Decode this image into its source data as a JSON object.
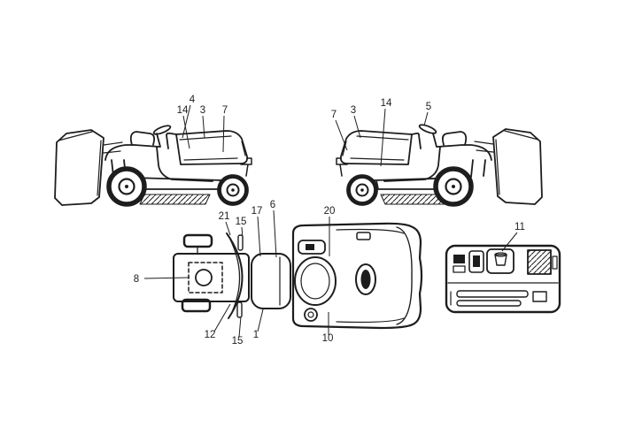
{
  "figure": {
    "background_color": "#ffffff",
    "line_color": "#1d1d1d"
  },
  "views": {
    "left_side": {
      "name": "tractor-side-view-left",
      "callouts": [
        {
          "label": "4"
        },
        {
          "label": "14"
        },
        {
          "label": "3"
        },
        {
          "label": "7"
        }
      ]
    },
    "right_side": {
      "name": "tractor-side-view-right",
      "callouts": [
        {
          "label": "7"
        },
        {
          "label": "3"
        },
        {
          "label": "14"
        },
        {
          "label": "5"
        }
      ]
    },
    "top": {
      "name": "tractor-top-view",
      "callouts": [
        {
          "label": "21"
        },
        {
          "label": "15"
        },
        {
          "label": "17"
        },
        {
          "label": "6"
        },
        {
          "label": "20"
        },
        {
          "label": "8"
        },
        {
          "label": "12"
        },
        {
          "label": "15"
        },
        {
          "label": "1"
        },
        {
          "label": "10"
        }
      ]
    },
    "panel": {
      "name": "dashboard-panel-detail",
      "callouts": [
        {
          "label": "11"
        }
      ]
    }
  }
}
